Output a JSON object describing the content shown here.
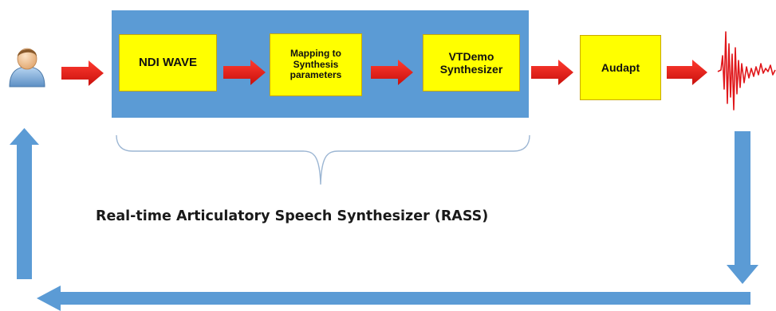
{
  "diagram": {
    "blocks": [
      {
        "id": "ndi",
        "label": "NDI WAVE"
      },
      {
        "id": "mapping",
        "label": "Mapping to Synthesis parameters"
      },
      {
        "id": "vtdemo",
        "label": "VTDemo Synthesizer"
      },
      {
        "id": "audapt",
        "label": "Audapt"
      }
    ],
    "caption": "Real-time Articulatory Speech Synthesizer (RASS)",
    "icons": {
      "speaker": "user-icon",
      "output": "waveform-icon"
    },
    "colors": {
      "panel": "#5b9bd5",
      "block_fill": "#ffff00",
      "forward_arrow": "#e8201c",
      "feedback_arrow": "#5b9bd5"
    }
  }
}
